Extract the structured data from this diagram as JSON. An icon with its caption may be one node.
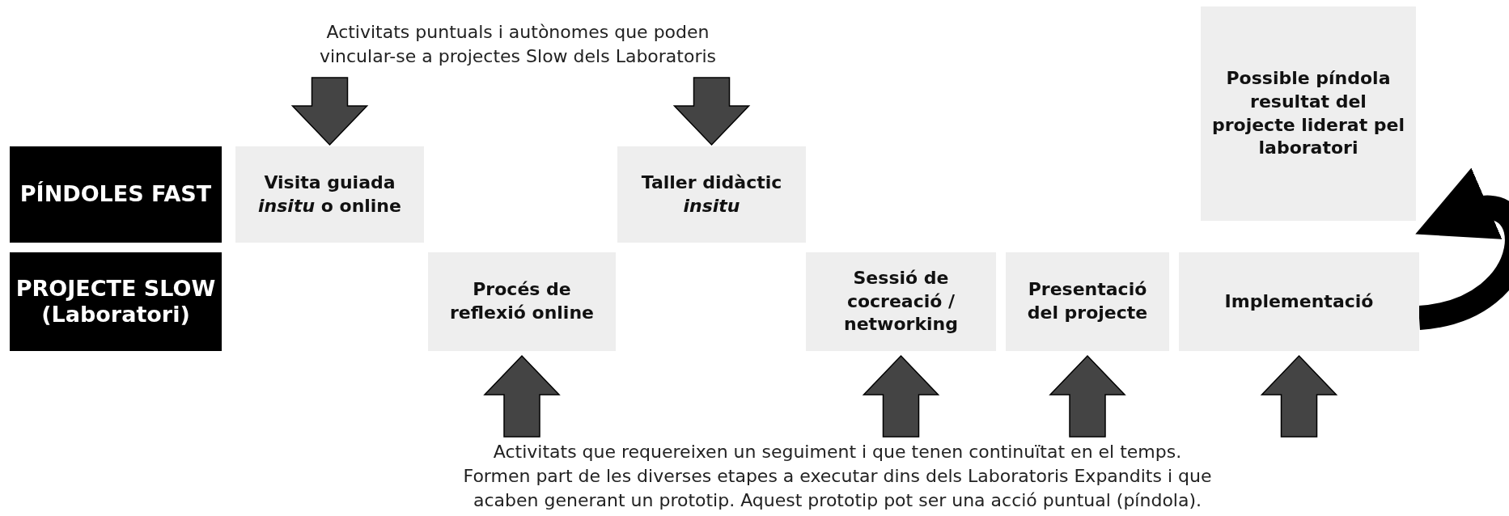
{
  "diagram": {
    "nodes": [
      {
        "text": [
          "Activitats puntuals i autònomes que poden vincular-se a projectes Slow dels Laboratoris"
        ]
      },
      {
        "text": [
          "Possible píndola resultat del projecte liderat pel laboratori"
        ]
      },
      {
        "text": [
          "PÍNDOLES FAST"
        ]
      },
      {
        "text": [
          "Visita guiada *insitu* o online"
        ]
      },
      {
        "text": [
          "Taller didàctic *insitu*"
        ]
      },
      {
        "text": [
          "PROJECTE SLOW (Laboratori)"
        ]
      },
      {
        "text": [
          "Procés de reflexió online"
        ]
      },
      {
        "text": [
          "Sessió de cocreació / networking"
        ]
      },
      {
        "text": [
          "Presentació del projecte"
        ]
      },
      {
        "text": [
          "Implementació"
        ]
      },
      {
        "text": [
          "Activitats que requereixen un seguiment i que tenen continuïtat en el temps. Formen part de les diverses etapes a executar dins dels Laboratoris Expandits i que acaben generant un prototip. Aquest prototip pot ser una acció puntual (píndola)."
        ]
      }
    ],
    "edges": [
      {
        "from": 0,
        "to": 3,
        "arrow": "to"
      },
      {
        "from": 0,
        "to": 4,
        "arrow": "to"
      },
      {
        "from": 10,
        "to": 6,
        "arrow": "to"
      },
      {
        "from": 10,
        "to": 7,
        "arrow": "to"
      },
      {
        "from": 10,
        "to": 8,
        "arrow": "to"
      },
      {
        "from": 10,
        "to": 9,
        "arrow": "to"
      },
      {
        "from": 9,
        "to": 1,
        "arrow": "to",
        "color": "#000000"
      }
    ]
  }
}
